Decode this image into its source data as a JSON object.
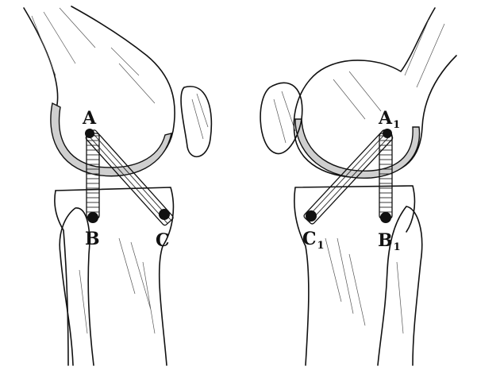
{
  "labels": {
    "left_origin": "A",
    "left_end_b": "B",
    "left_end_c": "C",
    "right_origin": "A",
    "right_origin_sub": "1",
    "right_end_b": "B",
    "right_end_b_sub": "1",
    "right_end_c": "C",
    "right_end_c_sub": "1"
  },
  "colors": {
    "ink": "#111111",
    "cartilage": "#cfcfcf",
    "background": "#ffffff"
  }
}
